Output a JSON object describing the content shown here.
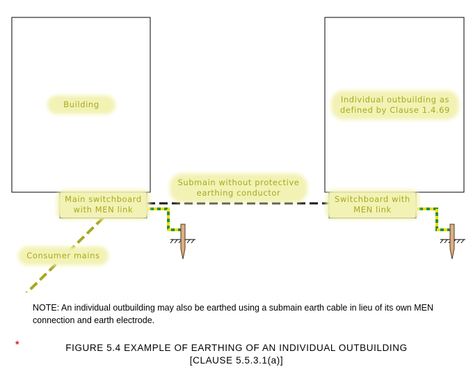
{
  "labels": {
    "building": "Building",
    "outbuilding": "Individual outbuilding as\ndefined by Clause 1.4.69",
    "main_switchboard": "Main switchboard\nwith MEN link",
    "switchboard": "Switchboard with\nMEN link",
    "submain": "Submain without protective\nearthing conductor",
    "consumer_mains": "Consumer mains"
  },
  "note": "NOTE:  An individual outbuilding may also be earthed using a submain earth cable in lieu of its own MEN connection and earth electrode.",
  "asterisk": "*",
  "caption": "FIGURE  5.4   EXAMPLE OF EARTHING OF AN INDIVIDUAL OUTBUILDING\n[CLAUSE 5.5.3.1(a)]",
  "colors": {
    "label": "#a8a820",
    "highlight": "#f2f2b4",
    "earth_green": "#2a8f3a",
    "earth_yellow": "#e8e000",
    "electrode": "#d9b088",
    "consumer_mains": "#a8a820"
  }
}
